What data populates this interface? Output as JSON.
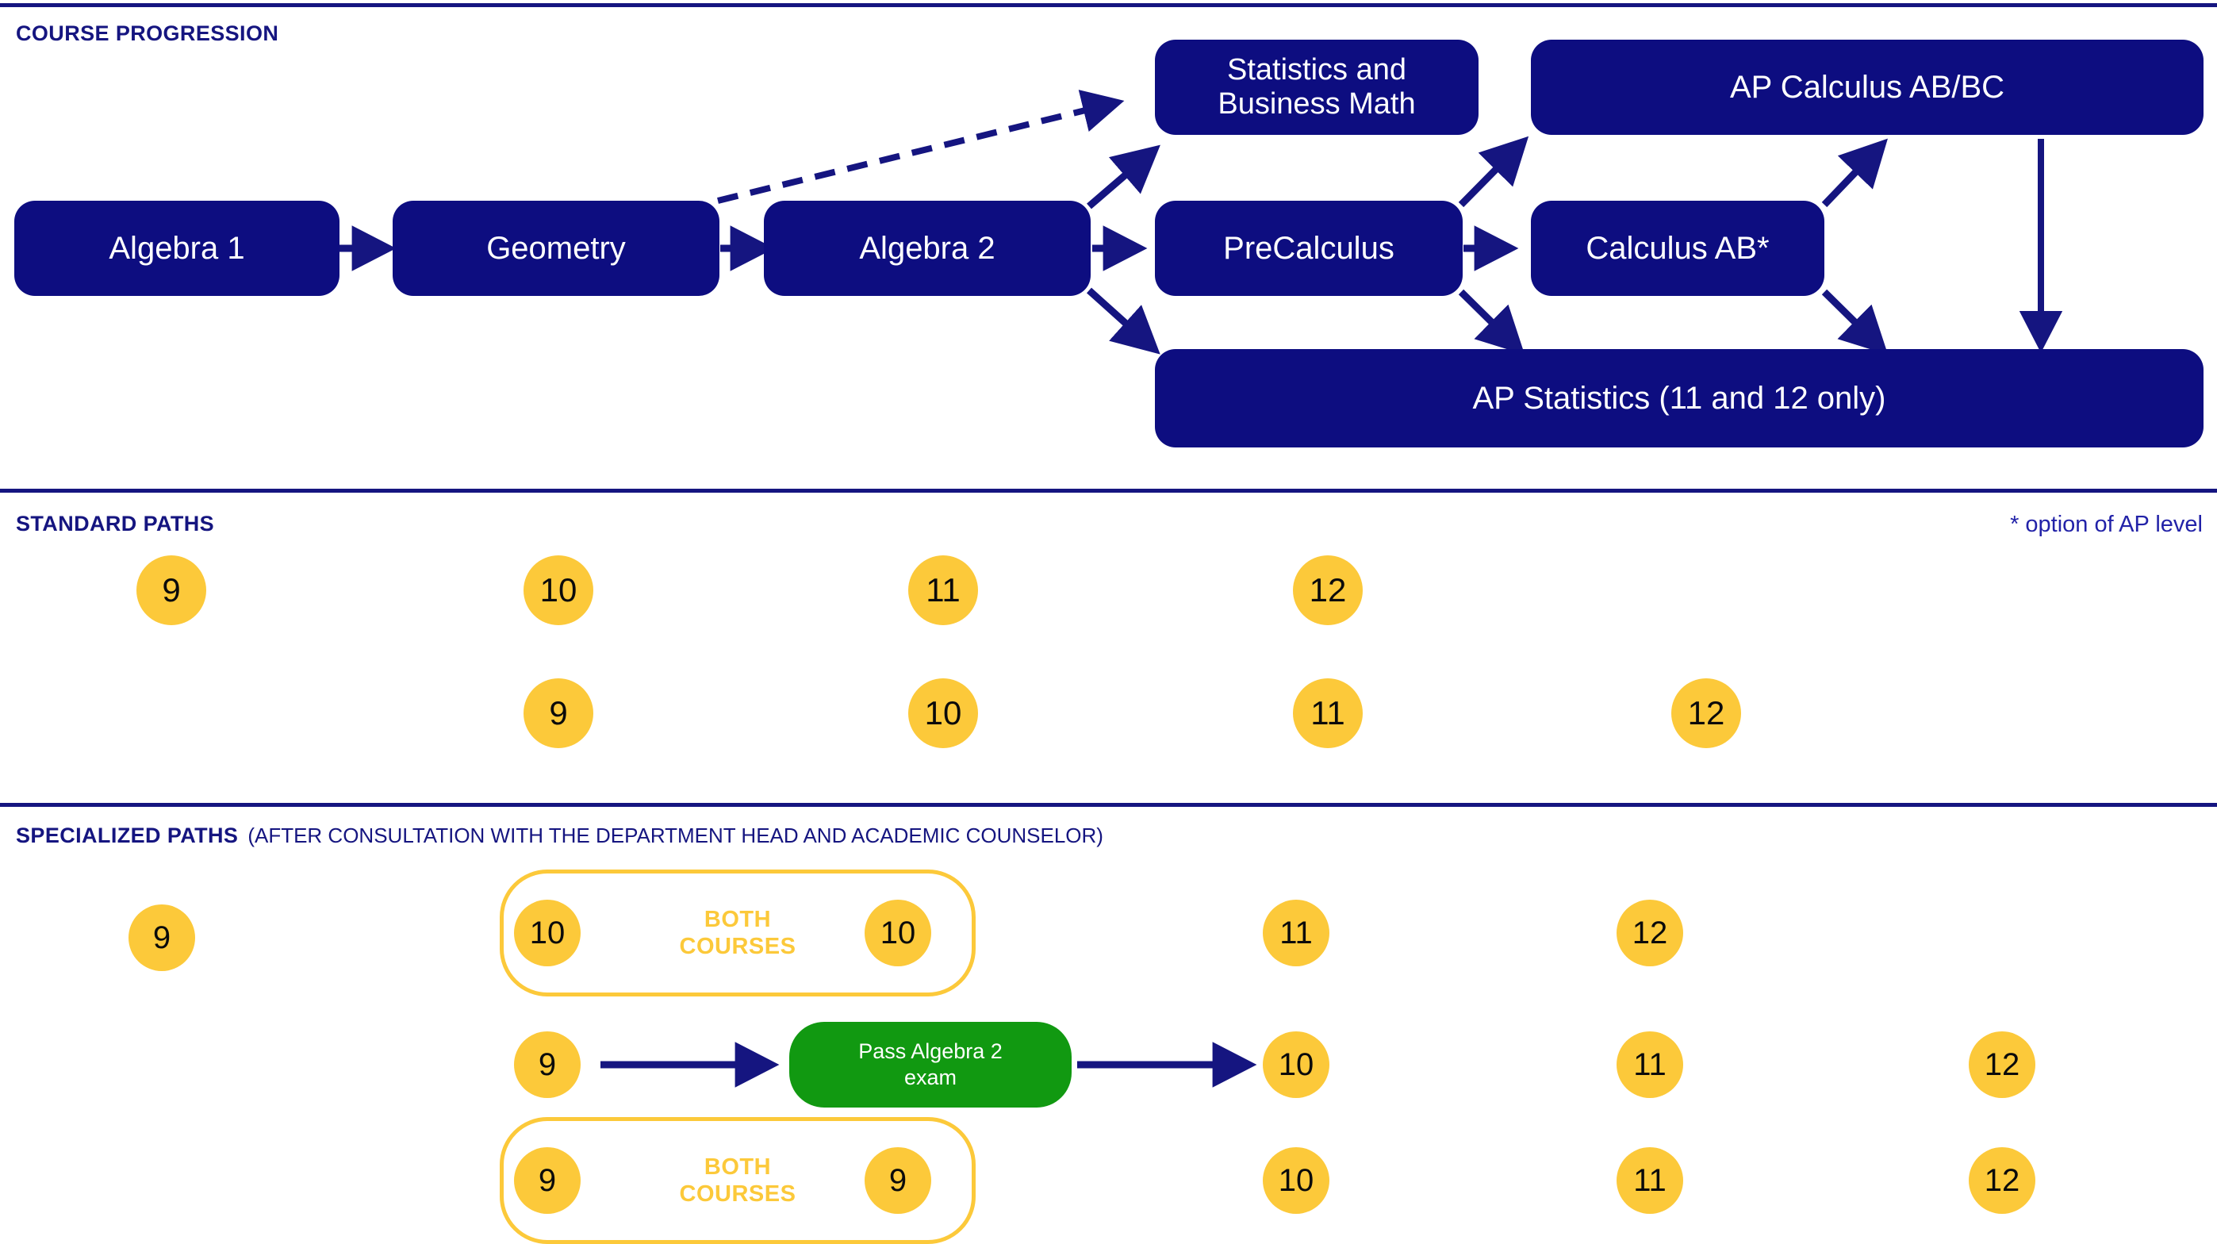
{
  "sections": {
    "course_progression": {
      "title": "COURSE PROGRESSION"
    },
    "standard_paths": {
      "title": "STANDARD PATHS"
    },
    "specialized_paths": {
      "title": "SPECIALIZED PATHS",
      "subtitle": "(AFTER CONSULTATION WITH THE DEPARTMENT HEAD AND ACADEMIC COUNSELOR)"
    }
  },
  "footnote": "* option of AP level",
  "colors": {
    "navy": "#0d0d80",
    "rule": "#151580",
    "yellow": "#fcc93a",
    "green": "#119911",
    "text_on_navy": "#ffffff",
    "circle_text": "#0b0b0b"
  },
  "flowchart": {
    "type": "diagram",
    "nodes": [
      {
        "id": "algebra1",
        "label": "Algebra 1"
      },
      {
        "id": "geometry",
        "label": "Geometry"
      },
      {
        "id": "algebra2",
        "label": "Algebra 2"
      },
      {
        "id": "statbus",
        "label": "Statistics and\nBusiness Math"
      },
      {
        "id": "precalc",
        "label": "PreCalculus"
      },
      {
        "id": "apcalc",
        "label": "AP Calculus AB/BC"
      },
      {
        "id": "calcab",
        "label": "Calculus AB*"
      },
      {
        "id": "apstats",
        "label": "AP Statistics (11 and 12 only)"
      }
    ],
    "edges": [
      {
        "from": "algebra1",
        "to": "geometry",
        "style": "solid"
      },
      {
        "from": "geometry",
        "to": "algebra2",
        "style": "solid"
      },
      {
        "from": "geometry",
        "to": "statbus",
        "style": "dashed"
      },
      {
        "from": "algebra2",
        "to": "statbus",
        "style": "solid"
      },
      {
        "from": "algebra2",
        "to": "precalc",
        "style": "solid"
      },
      {
        "from": "algebra2",
        "to": "apstats",
        "style": "solid"
      },
      {
        "from": "precalc",
        "to": "apcalc",
        "style": "solid"
      },
      {
        "from": "precalc",
        "to": "calcab",
        "style": "solid"
      },
      {
        "from": "precalc",
        "to": "apstats",
        "style": "solid"
      },
      {
        "from": "calcab",
        "to": "apcalc",
        "style": "solid"
      },
      {
        "from": "calcab",
        "to": "apstats",
        "style": "solid"
      },
      {
        "from": "apcalc",
        "to": "apstats",
        "style": "solid"
      }
    ]
  },
  "standard_paths": {
    "rows": [
      {
        "grades": [
          "9",
          "10",
          "11",
          "12"
        ]
      },
      {
        "grades": [
          "9",
          "10",
          "11",
          "12"
        ]
      }
    ]
  },
  "specialized_paths": {
    "both_courses_label": "BOTH\nCOURSES",
    "exam_pill_label": "Pass Algebra 2\nexam",
    "rows": [
      {
        "grades": [
          "9",
          "10",
          "10",
          "11",
          "12"
        ]
      },
      {
        "grades": [
          "9",
          "10",
          "11",
          "12"
        ]
      },
      {
        "grades": [
          "9",
          "9",
          "10",
          "11",
          "12"
        ]
      }
    ]
  }
}
